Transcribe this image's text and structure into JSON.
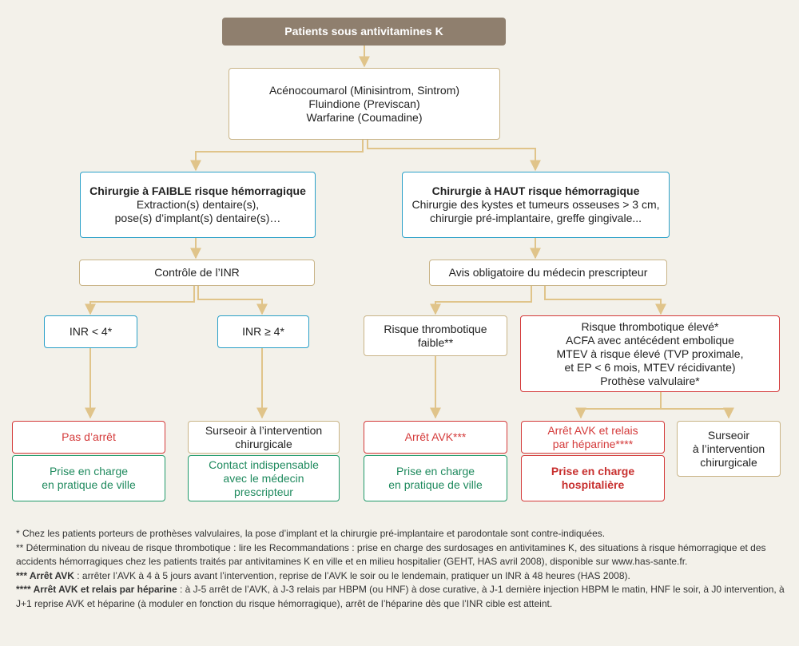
{
  "title": "Patients sous antivitamines K",
  "drugs": [
    "Acénocoumarol (Minisintrom, Sintrom)",
    "Fluindione (Previscan)",
    "Warfarine (Coumadine)"
  ],
  "low_risk": {
    "heading": "Chirurgie à FAIBLE risque hémorragique",
    "line1": "Extraction(s) dentaire(s),",
    "line2": "pose(s) d’implant(s) dentaire(s)…"
  },
  "high_risk": {
    "heading": "Chirurgie à HAUT risque hémorragique",
    "line1": "Chirurgie des kystes et tumeurs osseuses > 3 cm,",
    "line2": "chirurgie pré-implantaire, greffe gingivale..."
  },
  "inr_control": "Contrôle de l’INR",
  "avis": "Avis obligatoire du médecin prescripteur",
  "inr_low": "INR < 4*",
  "inr_high": "INR ≥ 4*",
  "thrombo_low": [
    "Risque thrombotique",
    "faible**"
  ],
  "thrombo_high": [
    "Risque thrombotique élevé*",
    "ACFA avec antécédent embolique",
    "MTEV à risque élevé (TVP proximale,",
    "et EP < 6 mois, MTEV récidivante)",
    "Prothèse valvulaire*"
  ],
  "pas_arret": "Pas d’arrêt",
  "surseoir_left": [
    "Surseoir à l’intervention",
    "chirurgicale"
  ],
  "arret_avk": "Arrêt AVK***",
  "arret_relais": [
    "Arrêt AVK et relais",
    "par héparine****"
  ],
  "surseoir_right": [
    "Surseoir",
    "à l’intervention",
    "chirurgicale"
  ],
  "prise_ville_1": [
    "Prise en charge",
    "en pratique de ville"
  ],
  "contact": [
    "Contact indispensable",
    "avec le médecin",
    "prescripteur"
  ],
  "prise_ville_2": [
    "Prise en charge",
    "en pratique de ville"
  ],
  "prise_hosp": [
    "Prise en charge",
    "hospitalière"
  ],
  "notes": {
    "n1": "* Chez les patients porteurs de prothèses valvulaires, la pose d’implant et la chirurgie pré-implantaire et parodontale sont contre-indiquées.",
    "n2": "** Détermination du niveau de risque thrombotique : lire les Recommandations : prise en charge des surdosages en antivitamines K, des situations à risque hémorragique et des accidents hémorragiques chez les patients traités par antivitamines K en ville et en milieu hospitalier (GEHT, HAS avril 2008), disponible sur www.has-sante.fr.",
    "n3_label": "*** Arrêt AVK",
    "n3_text": " : arrêter l’AVK à 4 à 5 jours avant l’intervention, reprise de l’AVK le soir ou le lendemain, pratiquer un INR à 48 heures (HAS 2008).",
    "n4_label": "**** Arrêt AVK et relais par héparine",
    "n4_text": " : à J-5 arrêt de l’AVK, à J-3 relais par HBPM (ou HNF) à dose curative, à J-1 dernière injection HBPM le matin, HNF le soir, à J0 intervention, à J+1 reprise AVK et héparine (à moduler en fonction du risque hémorragique), arrêt de l’héparine dès que l’INR cible est atteint."
  },
  "colors": {
    "connector": "#e0c48a",
    "title_bg": "#8f7f6e",
    "blue": "#2aa0c8",
    "red": "#d43a3a",
    "green": "#1f9a6a",
    "tan": "#c9b487"
  }
}
